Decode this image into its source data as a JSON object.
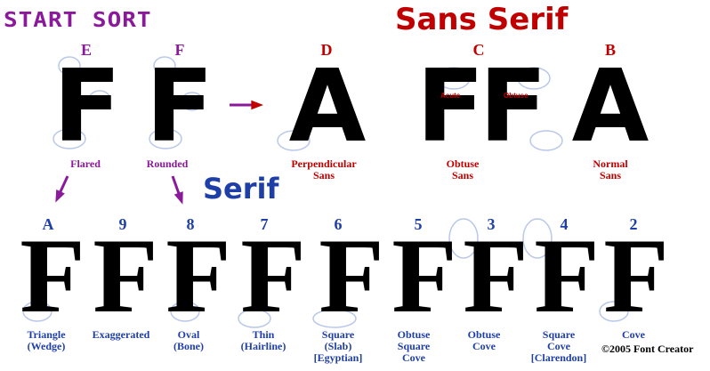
{
  "colors": {
    "purple": "#8b1a9b",
    "red": "#c00000",
    "blue": "#1f3fa8",
    "ellipse": "#b9c7ea"
  },
  "titles": {
    "start": "START SORT",
    "sans": "Sans Serif",
    "serif": "Serif"
  },
  "top_row": [
    {
      "code": "E",
      "glyph": "F",
      "label": [
        "Flared"
      ]
    },
    {
      "code": "F",
      "glyph": "F",
      "label": [
        "Rounded"
      ]
    },
    {
      "code": "D",
      "glyph": "A",
      "label": [
        "Perpendicular",
        "Sans"
      ]
    },
    {
      "code": "C",
      "glyph": "FF",
      "label": [
        "Obtuse",
        "Sans"
      ],
      "notes": [
        "Acute",
        "Obtuse"
      ]
    },
    {
      "code": "B",
      "glyph": "A",
      "label": [
        "Normal",
        "Sans"
      ]
    }
  ],
  "bottom_row": [
    {
      "code": "A",
      "glyph": "F",
      "label": [
        "Triangle",
        "(Wedge)"
      ]
    },
    {
      "code": "9",
      "glyph": "F",
      "label": [
        "Exaggerated"
      ]
    },
    {
      "code": "8",
      "glyph": "F",
      "label": [
        "Oval",
        "(Bone)"
      ]
    },
    {
      "code": "7",
      "glyph": "F",
      "label": [
        "Thin",
        "(Hairline)"
      ]
    },
    {
      "code": "6",
      "glyph": "F",
      "label": [
        "Square",
        "(Slab)",
        "[Egyptian]"
      ]
    },
    {
      "code": "5",
      "glyph": "F",
      "label": [
        "Obtuse",
        "Square",
        "Cove"
      ]
    },
    {
      "code": "3",
      "glyph": "F",
      "label": [
        "Obtuse",
        "Cove"
      ]
    },
    {
      "code": "4",
      "glyph": "F",
      "label": [
        "Square",
        "Cove",
        "[Clarendon]"
      ]
    },
    {
      "code": "2",
      "glyph": "F",
      "label": [
        "Cove"
      ]
    }
  ],
  "copyright": "©2005 Font Creator"
}
